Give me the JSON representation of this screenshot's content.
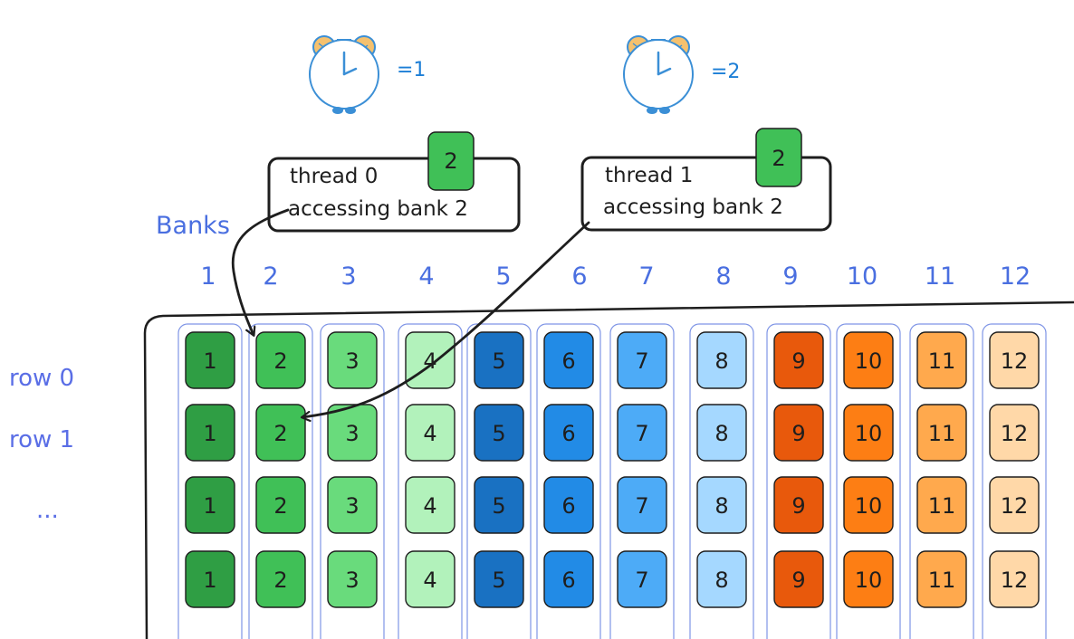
{
  "clocks": [
    {
      "icon": "alarm-clock-icon",
      "label": "=1"
    },
    {
      "icon": "alarm-clock-icon",
      "label": "=2"
    }
  ],
  "threads": [
    {
      "line1": "thread 0",
      "line2": "accessing bank 2",
      "badge": "2"
    },
    {
      "line1": "thread 1",
      "line2": "accessing bank 2",
      "badge": "2"
    }
  ],
  "banks_label": "Banks",
  "bank_numbers": [
    "1",
    "2",
    "3",
    "4",
    "5",
    "6",
    "7",
    "8",
    "9",
    "10",
    "11",
    "12"
  ],
  "row_labels": [
    "row 0",
    "row 1",
    "..."
  ],
  "cell_values": [
    "1",
    "2",
    "3",
    "4",
    "5",
    "6",
    "7",
    "8",
    "9",
    "10",
    "11",
    "12"
  ],
  "rows_drawn": 4,
  "colors": {
    "ink": "#1e1e1e",
    "blue_text": "#4a6fe0",
    "row_label": "#5a6ee6",
    "clock_blue": "#3b8fd6",
    "clock_bell": "#f5c16e",
    "label_blue": "#1c7ed6",
    "badge_green": "#40c057",
    "lane_border": "#7f95e6",
    "cells": [
      "#2f9e44",
      "#40c057",
      "#69db7c",
      "#b2f2bb",
      "#1971c2",
      "#228be6",
      "#4dabf7",
      "#a5d8ff",
      "#e8590c",
      "#fd7e14",
      "#ffa94d",
      "#ffd8a8"
    ]
  }
}
